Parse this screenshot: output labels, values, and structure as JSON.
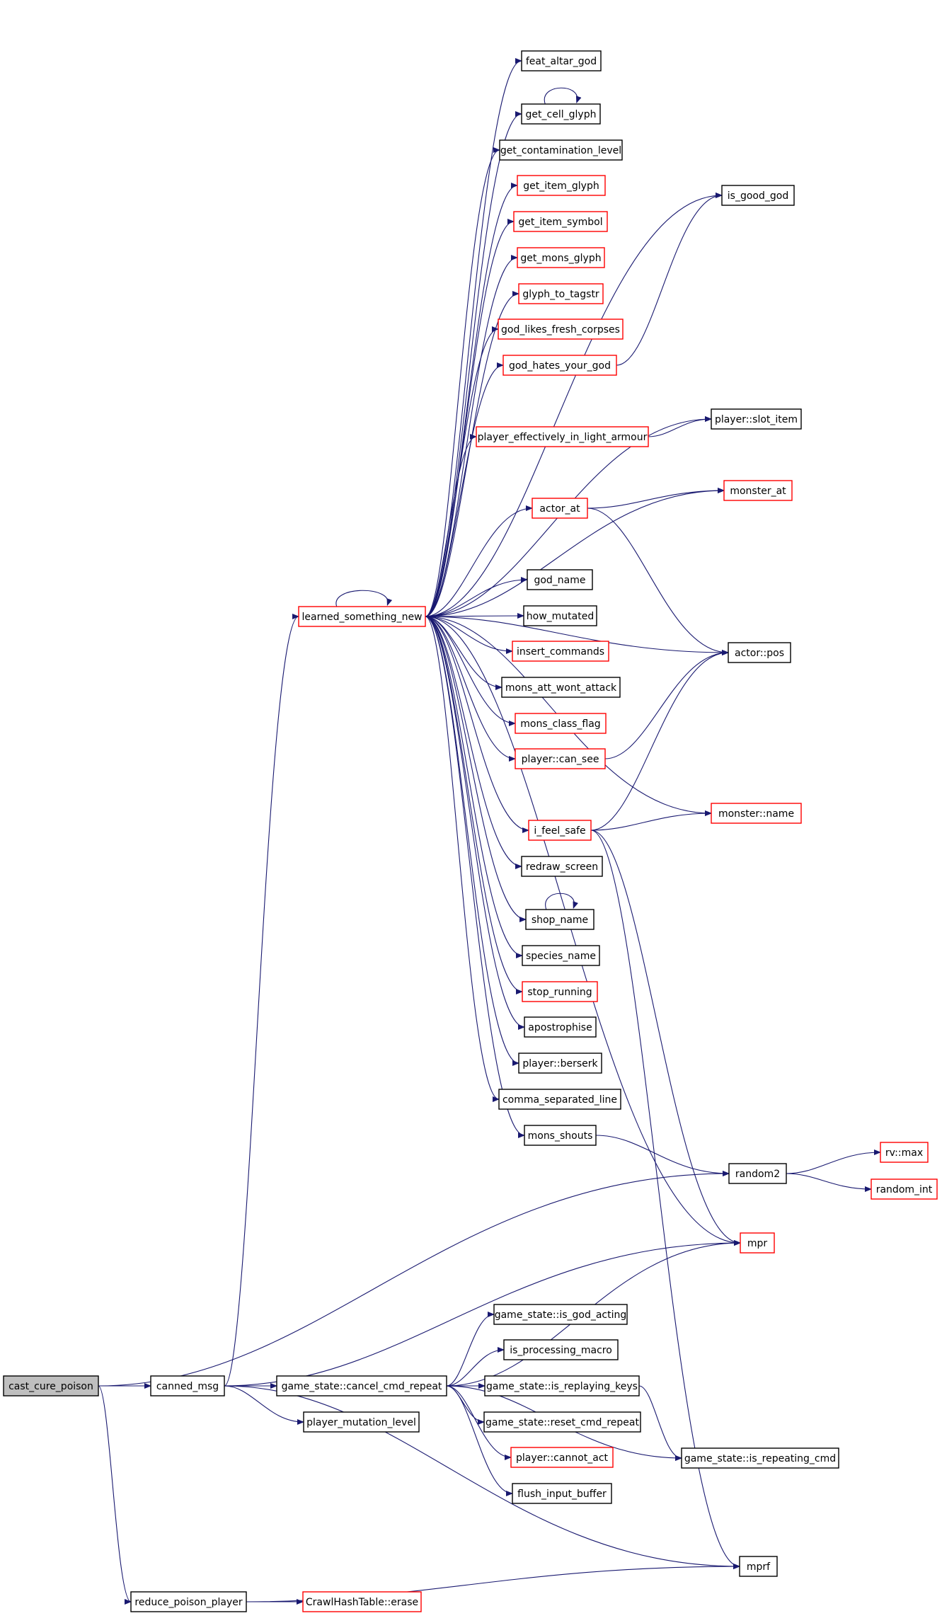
{
  "colors": {
    "edge": "#191970",
    "border_black": "#000000",
    "border_red": "#ff0000",
    "root_fill": "#bfbfbf",
    "node_fill": "#ffffff"
  },
  "nodes": [
    {
      "id": "cast_cure_poison",
      "label": "cast_cure_poison",
      "border": "black",
      "root": true
    },
    {
      "id": "canned_msg",
      "label": "canned_msg",
      "border": "black"
    },
    {
      "id": "reduce_poison_player",
      "label": "reduce_poison_player",
      "border": "black"
    },
    {
      "id": "learned_something_new",
      "label": "learned_something_new",
      "border": "red"
    },
    {
      "id": "game_state_cancel_cmd_repeat",
      "label": "game_state::cancel_cmd_repeat",
      "border": "black"
    },
    {
      "id": "player_mutation_level",
      "label": "player_mutation_level",
      "border": "black"
    },
    {
      "id": "crawlhashtable_erase",
      "label": "CrawlHashTable::erase",
      "border": "red"
    },
    {
      "id": "feat_altar_god",
      "label": "feat_altar_god",
      "border": "black"
    },
    {
      "id": "get_cell_glyph",
      "label": "get_cell_glyph",
      "border": "black"
    },
    {
      "id": "get_contamination_level",
      "label": "get_contamination_level",
      "border": "black"
    },
    {
      "id": "get_item_glyph",
      "label": "get_item_glyph",
      "border": "red"
    },
    {
      "id": "get_item_symbol",
      "label": "get_item_symbol",
      "border": "red"
    },
    {
      "id": "get_mons_glyph",
      "label": "get_mons_glyph",
      "border": "red"
    },
    {
      "id": "glyph_to_tagstr",
      "label": "glyph_to_tagstr",
      "border": "red"
    },
    {
      "id": "god_likes_fresh_corpses",
      "label": "god_likes_fresh_corpses",
      "border": "red"
    },
    {
      "id": "god_hates_your_god",
      "label": "god_hates_your_god",
      "border": "red"
    },
    {
      "id": "player_effectively_in_light_armour",
      "label": "player_effectively_in_light_armour",
      "border": "red"
    },
    {
      "id": "actor_at",
      "label": "actor_at",
      "border": "red"
    },
    {
      "id": "god_name",
      "label": "god_name",
      "border": "black"
    },
    {
      "id": "how_mutated",
      "label": "how_mutated",
      "border": "black"
    },
    {
      "id": "insert_commands",
      "label": "insert_commands",
      "border": "red"
    },
    {
      "id": "mons_att_wont_attack",
      "label": "mons_att_wont_attack",
      "border": "black"
    },
    {
      "id": "mons_class_flag",
      "label": "mons_class_flag",
      "border": "red"
    },
    {
      "id": "player_can_see",
      "label": "player::can_see",
      "border": "red"
    },
    {
      "id": "i_feel_safe",
      "label": "i_feel_safe",
      "border": "red"
    },
    {
      "id": "redraw_screen",
      "label": "redraw_screen",
      "border": "black"
    },
    {
      "id": "shop_name",
      "label": "shop_name",
      "border": "black"
    },
    {
      "id": "species_name",
      "label": "species_name",
      "border": "black"
    },
    {
      "id": "stop_running",
      "label": "stop_running",
      "border": "red"
    },
    {
      "id": "apostrophise",
      "label": "apostrophise",
      "border": "black"
    },
    {
      "id": "player_berserk",
      "label": "player::berserk",
      "border": "black"
    },
    {
      "id": "comma_separated_line",
      "label": "comma_separated_line",
      "border": "black"
    },
    {
      "id": "mons_shouts",
      "label": "mons_shouts",
      "border": "black"
    },
    {
      "id": "game_state_is_god_acting",
      "label": "game_state::is_god_acting",
      "border": "black"
    },
    {
      "id": "is_processing_macro",
      "label": "is_processing_macro",
      "border": "black"
    },
    {
      "id": "game_state_is_replaying_keys",
      "label": "game_state::is_replaying_keys",
      "border": "black"
    },
    {
      "id": "game_state_reset_cmd_repeat",
      "label": "game_state::reset_cmd_repeat",
      "border": "black"
    },
    {
      "id": "player_cannot_act",
      "label": "player::cannot_act",
      "border": "red"
    },
    {
      "id": "flush_input_buffer",
      "label": "flush_input_buffer",
      "border": "black"
    },
    {
      "id": "is_good_god",
      "label": "is_good_god",
      "border": "black"
    },
    {
      "id": "player_slot_item",
      "label": "player::slot_item",
      "border": "black"
    },
    {
      "id": "monster_at",
      "label": "monster_at",
      "border": "red"
    },
    {
      "id": "actor_pos",
      "label": "actor::pos",
      "border": "black"
    },
    {
      "id": "monster_name",
      "label": "monster::name",
      "border": "red"
    },
    {
      "id": "random2",
      "label": "random2",
      "border": "black"
    },
    {
      "id": "mpr",
      "label": "mpr",
      "border": "red"
    },
    {
      "id": "game_state_is_repeating_cmd",
      "label": "game_state::is_repeating_cmd",
      "border": "black"
    },
    {
      "id": "mprf",
      "label": "mprf",
      "border": "black"
    },
    {
      "id": "rv_max",
      "label": "rv::max",
      "border": "red"
    },
    {
      "id": "random_int",
      "label": "random_int",
      "border": "red"
    }
  ],
  "edges": [
    [
      "cast_cure_poison",
      "canned_msg"
    ],
    [
      "cast_cure_poison",
      "reduce_poison_player"
    ],
    [
      "cast_cure_poison",
      "random2"
    ],
    [
      "canned_msg",
      "learned_something_new"
    ],
    [
      "canned_msg",
      "game_state_cancel_cmd_repeat"
    ],
    [
      "canned_msg",
      "player_mutation_level"
    ],
    [
      "canned_msg",
      "mpr"
    ],
    [
      "canned_msg",
      "mprf"
    ],
    [
      "reduce_poison_player",
      "crawlhashtable_erase"
    ],
    [
      "reduce_poison_player",
      "mprf"
    ],
    [
      "learned_something_new",
      "learned_something_new"
    ],
    [
      "learned_something_new",
      "feat_altar_god"
    ],
    [
      "learned_something_new",
      "get_cell_glyph"
    ],
    [
      "learned_something_new",
      "get_contamination_level"
    ],
    [
      "learned_something_new",
      "get_item_glyph"
    ],
    [
      "learned_something_new",
      "get_item_symbol"
    ],
    [
      "learned_something_new",
      "get_mons_glyph"
    ],
    [
      "learned_something_new",
      "glyph_to_tagstr"
    ],
    [
      "learned_something_new",
      "god_likes_fresh_corpses"
    ],
    [
      "learned_something_new",
      "god_hates_your_god"
    ],
    [
      "learned_something_new",
      "player_effectively_in_light_armour"
    ],
    [
      "learned_something_new",
      "actor_at"
    ],
    [
      "learned_something_new",
      "god_name"
    ],
    [
      "learned_something_new",
      "how_mutated"
    ],
    [
      "learned_something_new",
      "insert_commands"
    ],
    [
      "learned_something_new",
      "mons_att_wont_attack"
    ],
    [
      "learned_something_new",
      "mons_class_flag"
    ],
    [
      "learned_something_new",
      "player_can_see"
    ],
    [
      "learned_something_new",
      "i_feel_safe"
    ],
    [
      "learned_something_new",
      "redraw_screen"
    ],
    [
      "learned_something_new",
      "shop_name"
    ],
    [
      "learned_something_new",
      "species_name"
    ],
    [
      "learned_something_new",
      "stop_running"
    ],
    [
      "learned_something_new",
      "apostrophise"
    ],
    [
      "learned_something_new",
      "player_berserk"
    ],
    [
      "learned_something_new",
      "comma_separated_line"
    ],
    [
      "learned_something_new",
      "mons_shouts"
    ],
    [
      "learned_something_new",
      "is_good_god"
    ],
    [
      "learned_something_new",
      "player_slot_item"
    ],
    [
      "learned_something_new",
      "monster_at"
    ],
    [
      "learned_something_new",
      "actor_pos"
    ],
    [
      "learned_something_new",
      "monster_name"
    ],
    [
      "learned_something_new",
      "mpr"
    ],
    [
      "get_cell_glyph",
      "get_cell_glyph"
    ],
    [
      "shop_name",
      "shop_name"
    ],
    [
      "god_hates_your_god",
      "is_good_god"
    ],
    [
      "player_effectively_in_light_armour",
      "player_slot_item"
    ],
    [
      "actor_at",
      "monster_at"
    ],
    [
      "actor_at",
      "actor_pos"
    ],
    [
      "player_can_see",
      "actor_pos"
    ],
    [
      "i_feel_safe",
      "actor_pos"
    ],
    [
      "i_feel_safe",
      "monster_name"
    ],
    [
      "i_feel_safe",
      "mpr"
    ],
    [
      "i_feel_safe",
      "mprf"
    ],
    [
      "mons_shouts",
      "random2"
    ],
    [
      "random2",
      "rv_max"
    ],
    [
      "random2",
      "random_int"
    ],
    [
      "game_state_cancel_cmd_repeat",
      "game_state_is_god_acting"
    ],
    [
      "game_state_cancel_cmd_repeat",
      "is_processing_macro"
    ],
    [
      "game_state_cancel_cmd_repeat",
      "game_state_is_replaying_keys"
    ],
    [
      "game_state_cancel_cmd_repeat",
      "game_state_reset_cmd_repeat"
    ],
    [
      "game_state_cancel_cmd_repeat",
      "player_cannot_act"
    ],
    [
      "game_state_cancel_cmd_repeat",
      "flush_input_buffer"
    ],
    [
      "game_state_cancel_cmd_repeat",
      "game_state_is_repeating_cmd"
    ],
    [
      "game_state_cancel_cmd_repeat",
      "mpr"
    ],
    [
      "game_state_is_replaying_keys",
      "game_state_is_repeating_cmd"
    ]
  ]
}
